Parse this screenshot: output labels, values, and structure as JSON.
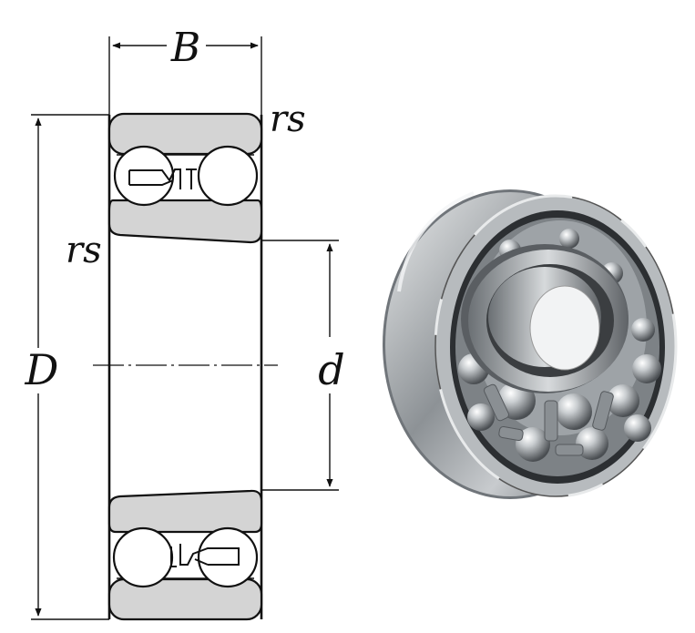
{
  "labels": {
    "width": "B",
    "outer_diameter": "D",
    "bore_diameter": "d",
    "chamfer_top": "rs",
    "chamfer_left": "rs"
  },
  "images": {
    "section": "bearing-cross-section-drawing",
    "photo": "self-aligning-ball-bearing-photo"
  },
  "colors": {
    "ring_fill": "#d4d4d4",
    "line": "#111111",
    "steel": "#a9adb0"
  }
}
